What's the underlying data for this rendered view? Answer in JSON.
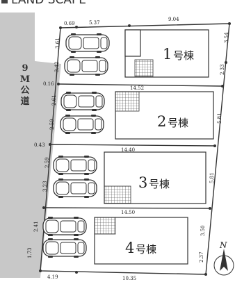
{
  "title": "LAND SCAPE",
  "road": {
    "lines": [
      "9",
      "M",
      "公",
      "道"
    ]
  },
  "buildings": [
    {
      "label": "1",
      "suffix": "号棟"
    },
    {
      "label": "2",
      "suffix": "号棟"
    },
    {
      "label": "3",
      "suffix": "号棟"
    },
    {
      "label": "4",
      "suffix": "号棟"
    }
  ],
  "dimensions": {
    "top_left": "0.69",
    "top_mid": "5.37",
    "top_right": "9.04",
    "lot1_left_top": "3.61",
    "lot1_left_bottom": "3.42",
    "lot1_right_top": "3.54",
    "lot1_right_bottom": "2.33",
    "offset_1": "0.16",
    "width_12": "14.52",
    "lot2_left_top": "2.61",
    "lot2_left_bottom": "2.59",
    "lot2_right": "5.81",
    "offset_2": "0.43",
    "width_23": "14.40",
    "lot3_left_top": "2.59",
    "lot3_left_bottom": "3.23",
    "lot3_right": "5.81",
    "width_34": "14.50",
    "lot4_left_top": "2.41",
    "lot4_left_bottom": "1.73",
    "lot4_right_top": "3.50",
    "lot4_right_bottom": "2.37",
    "bottom_left": "4.19",
    "bottom_mid": "10.35"
  },
  "north_label": "N"
}
